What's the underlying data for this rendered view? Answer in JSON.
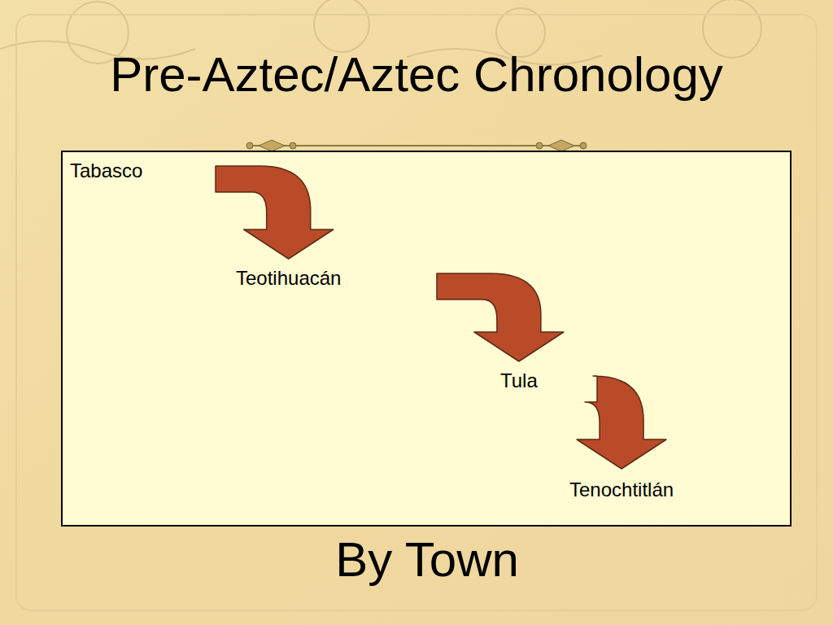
{
  "diagram": {
    "title": "Pre-Aztec/Aztec Chronology",
    "caption": "By Town",
    "nodes": [
      {
        "text": [
          "Tabasco"
        ]
      },
      {
        "text": [
          "Teotihuacán"
        ]
      },
      {
        "text": [
          "Tula"
        ]
      },
      {
        "text": [
          "Tenochtitlán"
        ]
      }
    ],
    "edges": [
      {
        "from": 0,
        "to": 1,
        "arrow": "to"
      },
      {
        "from": 1,
        "to": 2,
        "arrow": "to"
      },
      {
        "from": 2,
        "to": 3,
        "arrow": "to"
      }
    ]
  }
}
